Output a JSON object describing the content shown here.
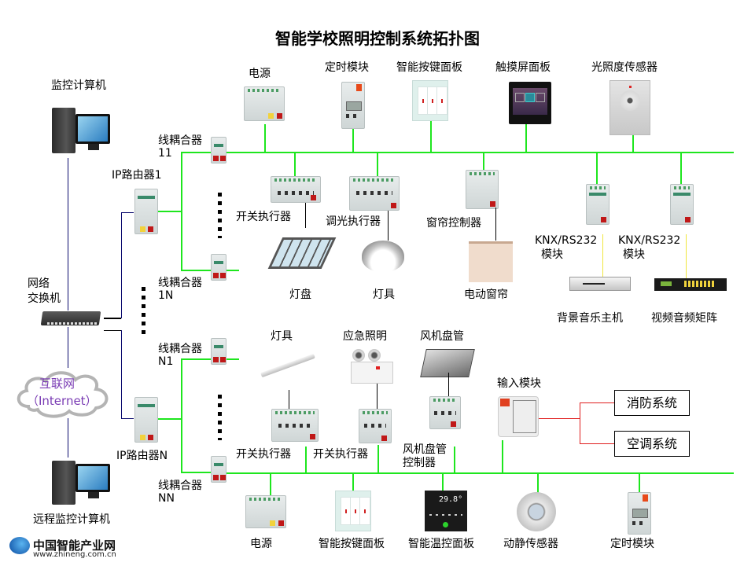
{
  "title": "智能学校照明控制系统拓扑图",
  "left": {
    "monitor_pc": "监控计算机",
    "ip_router_1": "IP路由器1",
    "network_switch_line1": "网络",
    "network_switch_line2": "交换机",
    "internet_line1": "互联网",
    "internet_line2": "（Internet）",
    "ip_router_n": "IP路由器N",
    "remote_pc": "远程监控计算机"
  },
  "couplers": {
    "c11_name": "线耦合器",
    "c11_id": "11",
    "c1n_name": "线耦合器",
    "c1n_id": "1N",
    "cn1_name": "线耦合器",
    "cn1_id": "N1",
    "cnn_name": "线耦合器",
    "cnn_id": "NN"
  },
  "line1_top": {
    "power": "电源",
    "timer": "定时模块",
    "smart_key_panel": "智能按键面板",
    "touch_panel": "触摸屏面板",
    "lux_sensor": "光照度传感器"
  },
  "line1_bottom": {
    "switch_actuator": "开关执行器",
    "dimming_actuator": "调光执行器",
    "curtain_controller": "窗帘控制器",
    "knx_rs232_a": "KNX/RS232",
    "knx_rs232_a_sub": "模块",
    "knx_rs232_b": "KNX/RS232",
    "knx_rs232_b_sub": "模块",
    "grille_lamp": "灯盘",
    "downlight": "灯具",
    "motor_curtain": "电动窗帘",
    "bg_music_host": "背景音乐主机",
    "av_matrix": "视频音频矩阵"
  },
  "lineN_top": {
    "lamp": "灯具",
    "emergency_light": "应急照明",
    "fan_coil": "风机盘管",
    "input_module": "输入模块",
    "fire_system": "消防系统",
    "ac_system": "空调系统",
    "switch_actuator_a": "开关执行器",
    "switch_actuator_b": "开关执行器",
    "fan_coil_ctrl_line1": "风机盘管",
    "fan_coil_ctrl_line2": "控制器"
  },
  "lineN_bottom": {
    "power": "电源",
    "smart_key_panel": "智能按键面板",
    "thermostat_panel": "智能温控面板",
    "motion_sensor": "动静传感器",
    "timer": "定时模块",
    "thermostat_display": "29.8°"
  },
  "logo": {
    "name": "中国智能产业网",
    "url": "www.zhineng.com.cn"
  },
  "colors": {
    "knx_bus": "#1ee61e",
    "ethernet": "#0a0a6e",
    "rs232": "#f0e63c",
    "dry_contact": "#e01e1e",
    "internet_text": "#7a3cb4"
  }
}
